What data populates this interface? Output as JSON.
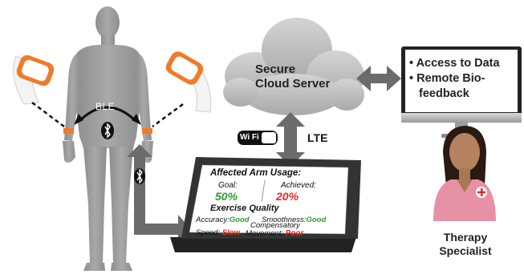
{
  "connection": {
    "ble_label": "BLE",
    "wifi_label": "Wi Fi",
    "lte_label": "LTE"
  },
  "cloud": {
    "line1": "Secure",
    "line2": "Cloud Server"
  },
  "monitor": {
    "item1": "• Access to Data",
    "item2": "• Remote Bio-",
    "item3": "feedback"
  },
  "tablet": {
    "heading": "Affected Arm Usage:",
    "goal_label": "Goal:",
    "goal_value": "50%",
    "achieved_label": "Achieved:",
    "achieved_value": "20%",
    "quality_heading": "Exercise Quality",
    "accuracy_label": "Accuracy:",
    "accuracy_value": "Good",
    "smoothness_label": "Smoothness:",
    "smoothness_value": "Good",
    "speed_label": "Speed:",
    "speed_value": "Slow",
    "compensatory_label_1": "Compensatory",
    "compensatory_label_2": "Movement:",
    "compensatory_value": "Poor"
  },
  "specialist": {
    "line1": "Therapy",
    "line2": "Specialist"
  },
  "colors": {
    "good": "#2e9b2e",
    "bad": "#e8271f",
    "arrow": "#6b6b6b",
    "figure": "#9a9a9a",
    "band": "#f07a28",
    "cloud": "#b8b8b8",
    "scrubs": "#e691a6"
  }
}
